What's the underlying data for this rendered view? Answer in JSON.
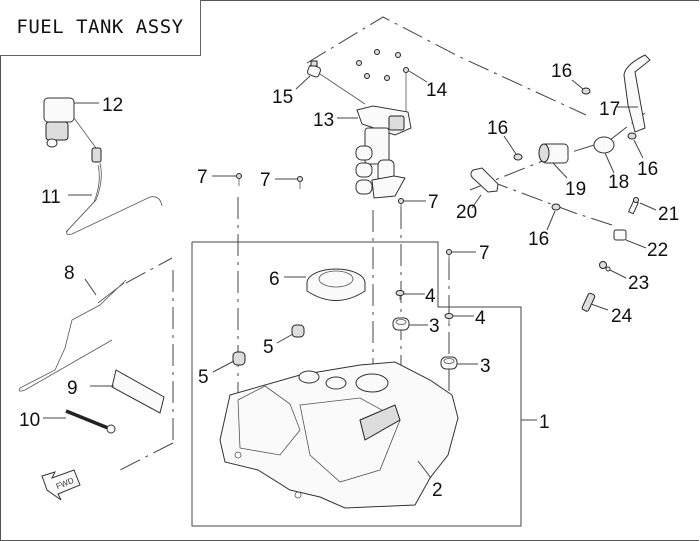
{
  "title": "FUEL TANK ASSY",
  "fwd_label": "FWD",
  "callouts": [
    {
      "id": "c1",
      "text": "1",
      "part": "fuel-tank-assembly"
    },
    {
      "id": "c2",
      "text": "2",
      "part": "fuel-tank"
    },
    {
      "id": "c3a",
      "text": "3",
      "part": "grommet"
    },
    {
      "id": "c3b",
      "text": "3",
      "part": "grommet"
    },
    {
      "id": "c4a",
      "text": "4",
      "part": "collar"
    },
    {
      "id": "c4b",
      "text": "4",
      "part": "collar"
    },
    {
      "id": "c5a",
      "text": "5",
      "part": "rubber-damper"
    },
    {
      "id": "c5b",
      "text": "5",
      "part": "rubber-damper"
    },
    {
      "id": "c6",
      "text": "6",
      "part": "fuel-cap"
    },
    {
      "id": "c7a",
      "text": "7",
      "part": "bolt"
    },
    {
      "id": "c7b",
      "text": "7",
      "part": "bolt"
    },
    {
      "id": "c7c",
      "text": "7",
      "part": "bolt"
    },
    {
      "id": "c7d",
      "text": "7",
      "part": "bolt"
    },
    {
      "id": "c8",
      "text": "8",
      "part": "breather-hose"
    },
    {
      "id": "c9",
      "text": "9",
      "part": "pad"
    },
    {
      "id": "c10",
      "text": "10",
      "part": "long-bolt"
    },
    {
      "id": "c11",
      "text": "11",
      "part": "wire-harness"
    },
    {
      "id": "c12",
      "text": "12",
      "part": "fuel-pump-unit"
    },
    {
      "id": "c13",
      "text": "13",
      "part": "fuel-pump"
    },
    {
      "id": "c14",
      "text": "14",
      "part": "screw"
    },
    {
      "id": "c15",
      "text": "15",
      "part": "fitting"
    },
    {
      "id": "c16a",
      "text": "16",
      "part": "clamp"
    },
    {
      "id": "c16b",
      "text": "16",
      "part": "clamp"
    },
    {
      "id": "c16c",
      "text": "16",
      "part": "clamp"
    },
    {
      "id": "c16d",
      "text": "16",
      "part": "clamp"
    },
    {
      "id": "c17",
      "text": "17",
      "part": "fuel-hose"
    },
    {
      "id": "c18",
      "text": "18",
      "part": "filter-bracket"
    },
    {
      "id": "c19",
      "text": "19",
      "part": "fuel-filter"
    },
    {
      "id": "c20",
      "text": "20",
      "part": "fuel-hose"
    },
    {
      "id": "c21",
      "text": "21",
      "part": "bolt"
    },
    {
      "id": "c22",
      "text": "22",
      "part": "connector"
    },
    {
      "id": "c23",
      "text": "23",
      "part": "fitting"
    },
    {
      "id": "c24",
      "text": "24",
      "part": "injector"
    }
  ]
}
